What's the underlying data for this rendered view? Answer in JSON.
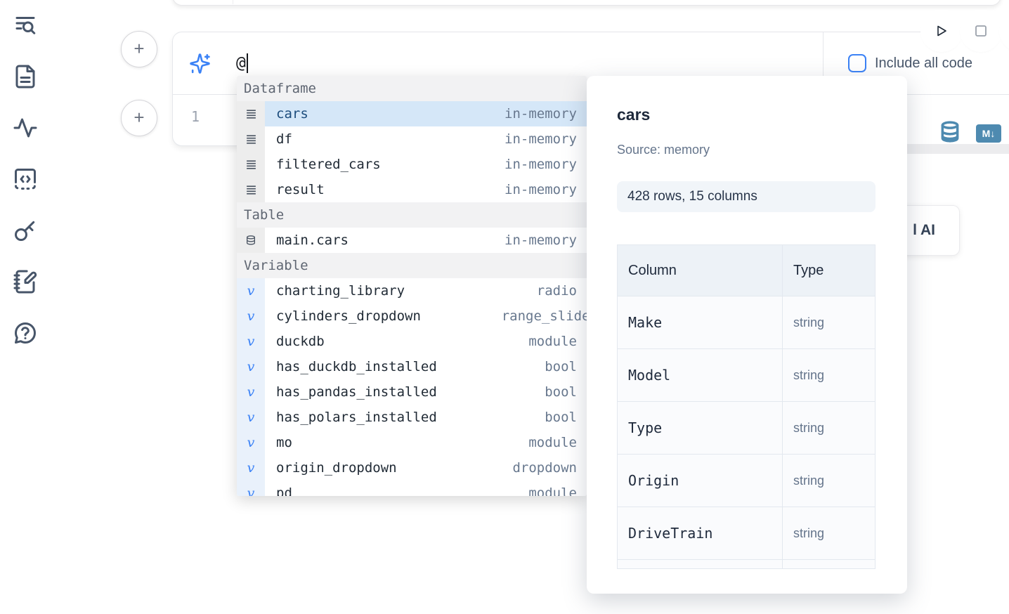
{
  "sidebar": {
    "icons": [
      {
        "name": "text-search-icon"
      },
      {
        "name": "file-document-icon"
      },
      {
        "name": "activity-icon"
      },
      {
        "name": "code-snippet-icon"
      },
      {
        "name": "key-icon"
      },
      {
        "name": "notebook-pen-icon"
      },
      {
        "name": "help-chat-icon"
      }
    ]
  },
  "toolbar": {
    "play_icon": "play",
    "stop_icon": "stop"
  },
  "cell": {
    "add_cell_button": "+",
    "ai_prompt_value": "@",
    "include_all_code_label": "Include all code",
    "line_number": "1",
    "markdown_badge": "M↓",
    "database_icon": "database"
  },
  "autocomplete": {
    "sections": [
      {
        "label": "Dataframe",
        "kind": "dataframe",
        "items": [
          {
            "name": "cars",
            "type": "in-memory",
            "selected": true
          },
          {
            "name": "df",
            "type": "in-memory"
          },
          {
            "name": "filtered_cars",
            "type": "in-memory"
          },
          {
            "name": "result",
            "type": "in-memory"
          }
        ]
      },
      {
        "label": "Table",
        "kind": "table",
        "items": [
          {
            "name": "main.cars",
            "type": "in-memory"
          }
        ]
      },
      {
        "label": "Variable",
        "kind": "variable",
        "items": [
          {
            "name": "charting_library",
            "type": "radio"
          },
          {
            "name": "cylinders_dropdown",
            "type": "range_slider"
          },
          {
            "name": "duckdb",
            "type": "module"
          },
          {
            "name": "has_duckdb_installed",
            "type": "bool"
          },
          {
            "name": "has_pandas_installed",
            "type": "bool"
          },
          {
            "name": "has_polars_installed",
            "type": "bool"
          },
          {
            "name": "mo",
            "type": "module"
          },
          {
            "name": "origin_dropdown",
            "type": "dropdown"
          },
          {
            "name": "pd",
            "type": "module"
          }
        ]
      }
    ]
  },
  "popup": {
    "title": "cars",
    "source": "Source: memory",
    "shape_badge": "428 rows, 15 columns",
    "table": {
      "headers": [
        "Column",
        "Type"
      ],
      "rows": [
        [
          "Make",
          "string"
        ],
        [
          "Model",
          "string"
        ],
        [
          "Type",
          "string"
        ],
        [
          "Origin",
          "string"
        ],
        [
          "DriveTrain",
          "string"
        ]
      ]
    }
  },
  "ai_card": {
    "clipped_text": "l AI"
  },
  "colors": {
    "accent": "#3b82f6",
    "steel_blue": "#4e8ab0",
    "selected_row": "#d5e7f8",
    "sidebar_icon": "#475569"
  }
}
